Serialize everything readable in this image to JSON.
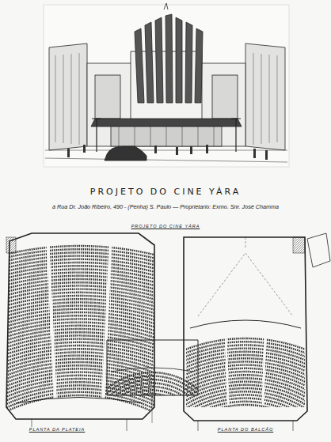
{
  "diagram": {
    "title": "PROJETO DO CINE YÁRA",
    "caption": "à Rua Dr. João Ribeiro, 490 - (Penha) S. Paulo — Proprietario: Exmo. Snr. José Chamma",
    "labels": [
      "PROJETO DO CINE YÁRA",
      "PLANTA DA PLATEIA",
      "PLANTA DO BALCÃO"
    ]
  }
}
